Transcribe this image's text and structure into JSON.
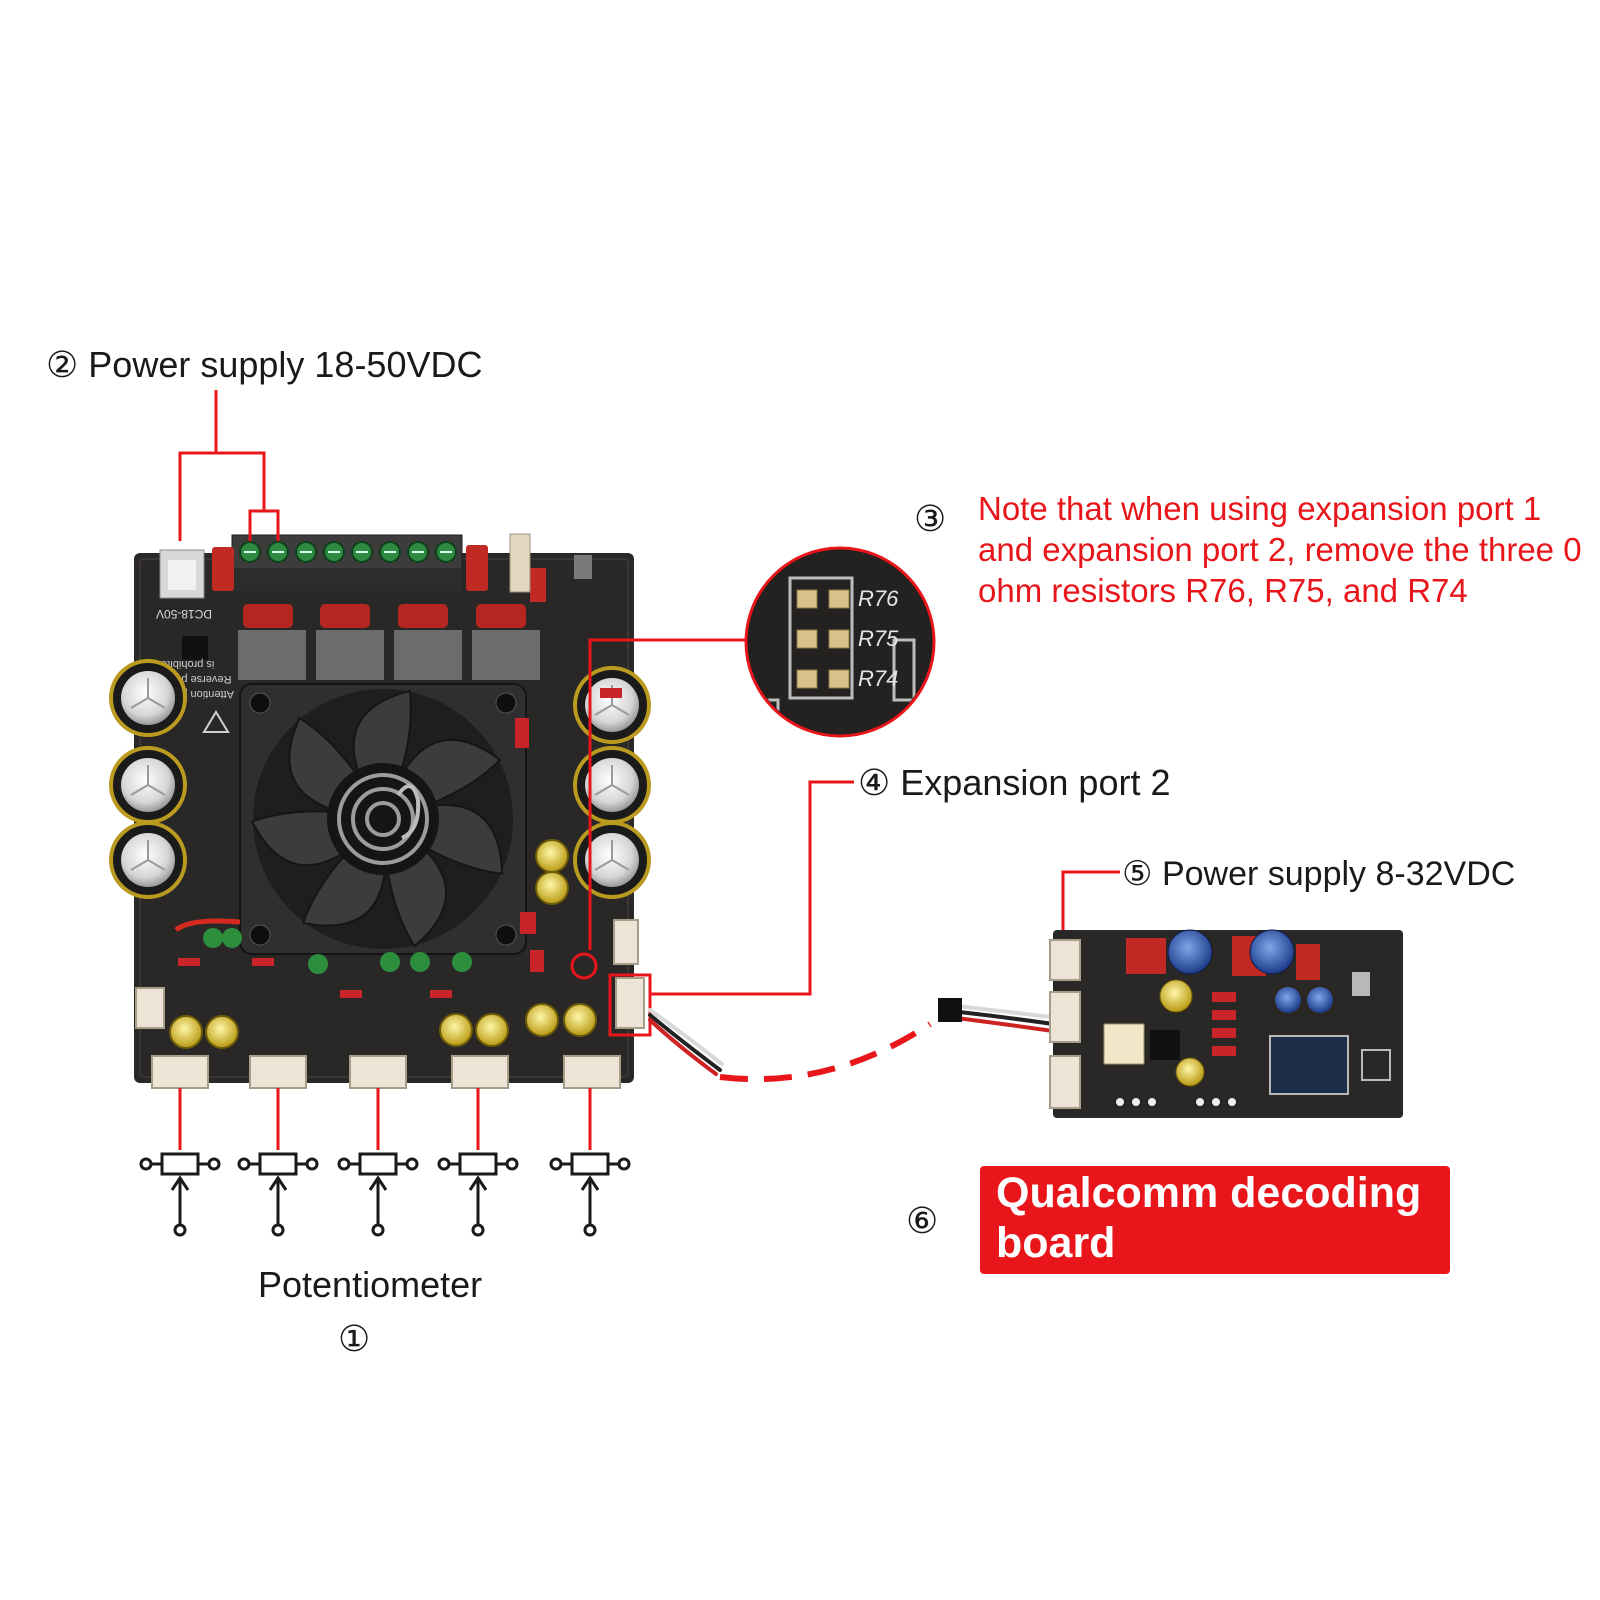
{
  "labels": {
    "power_main": {
      "num": "②",
      "text": "Power supply 18-50VDC"
    },
    "note": {
      "num": "③",
      "text": "Note that when using expansion port 1 and expansion port 2, remove the three 0 ohm resistors R76, R75, and R74"
    },
    "expansion": {
      "num": "④",
      "text": "Expansion port 2"
    },
    "power_dec": {
      "num": "⑤",
      "text": "Power supply 8-32VDC"
    },
    "decoder": {
      "num": "⑥",
      "text": "Qualcomm decoding board"
    },
    "potentiometer": {
      "num": "①",
      "text": "Potentiometer"
    }
  },
  "board_print": {
    "dc_label": "DC18-50V",
    "warning_lines": [
      "Attention polarity",
      "Reverse polarity",
      "is prohibited!"
    ]
  },
  "zoom_labels": [
    "R76",
    "R75",
    "R74"
  ],
  "potentiometer_count": 5,
  "colors": {
    "callout_red": "#e8161b",
    "pcb": "#2a2827",
    "text": "#1a1a1a"
  }
}
